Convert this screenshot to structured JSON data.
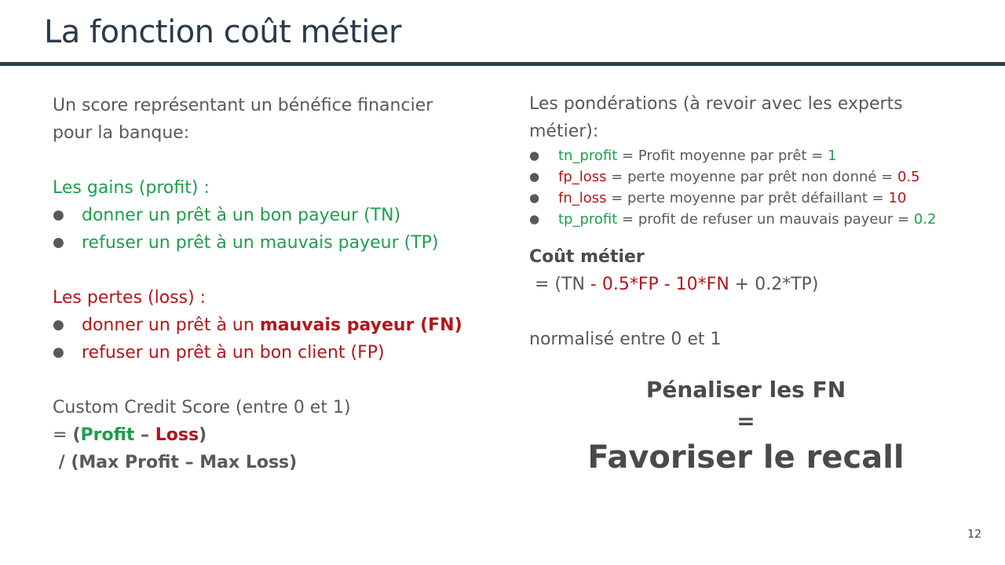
{
  "slide": {
    "title": "La fonction coût métier",
    "page_number": "12"
  },
  "left": {
    "intro_line1": "Un score représentant un bénéfice financier",
    "intro_line2": "pour la banque:",
    "gains_heading": "Les gains (profit) :",
    "gains_items": [
      "donner un prêt à un bon payeur (TN)",
      "refuser un prêt à un mauvais payeur (TP)"
    ],
    "losses_heading": "Les pertes (loss) :",
    "loss_item1_prefix": "donner un prêt à un ",
    "loss_item1_bold": "mauvais payeur (FN)",
    "loss_item2": "refuser un prêt à un bon client (FP)",
    "score_line": "Custom Credit Score (entre 0 et 1)",
    "formula_eq": "= ",
    "formula_open": "(",
    "formula_profit": "Profit",
    "formula_minus": " – ",
    "formula_loss": "Loss",
    "formula_close": ")",
    "formula_div": " / (Max Profit – Max Loss)"
  },
  "right": {
    "weights_line1": "Les pondérations (à revoir avec les experts",
    "weights_line2": "métier):",
    "weights": [
      {
        "name": "tn_profit",
        "desc": " = Profit moyenne par prêt = ",
        "value": "1",
        "color": "green"
      },
      {
        "name": "fp_loss",
        "desc": " = perte moyenne par prêt non donné = ",
        "value": "0.5",
        "color": "red"
      },
      {
        "name": "fn_loss",
        "desc": " = perte moyenne par prêt défaillant = ",
        "value": "10",
        "color": "red"
      },
      {
        "name": "tp_profit",
        "desc": " = profit de refuser un mauvais payeur = ",
        "value": "0.2",
        "color": "green"
      }
    ],
    "cost_heading": "Coût métier",
    "cost_formula_a": " = (TN ",
    "cost_formula_b": "- 0.5*FP - 10*FN",
    "cost_formula_c": " + 0.2*TP)",
    "normalized": "normalisé entre 0 et 1"
  },
  "slogan": {
    "line1": "Pénaliser les FN",
    "line2": "=",
    "line3": "Favoriser le recall"
  },
  "colors": {
    "green": "#1e9e4c",
    "red": "#b3161b",
    "text": "#595959",
    "title": "#2a3a4a",
    "rule": "#2e3d4c"
  }
}
